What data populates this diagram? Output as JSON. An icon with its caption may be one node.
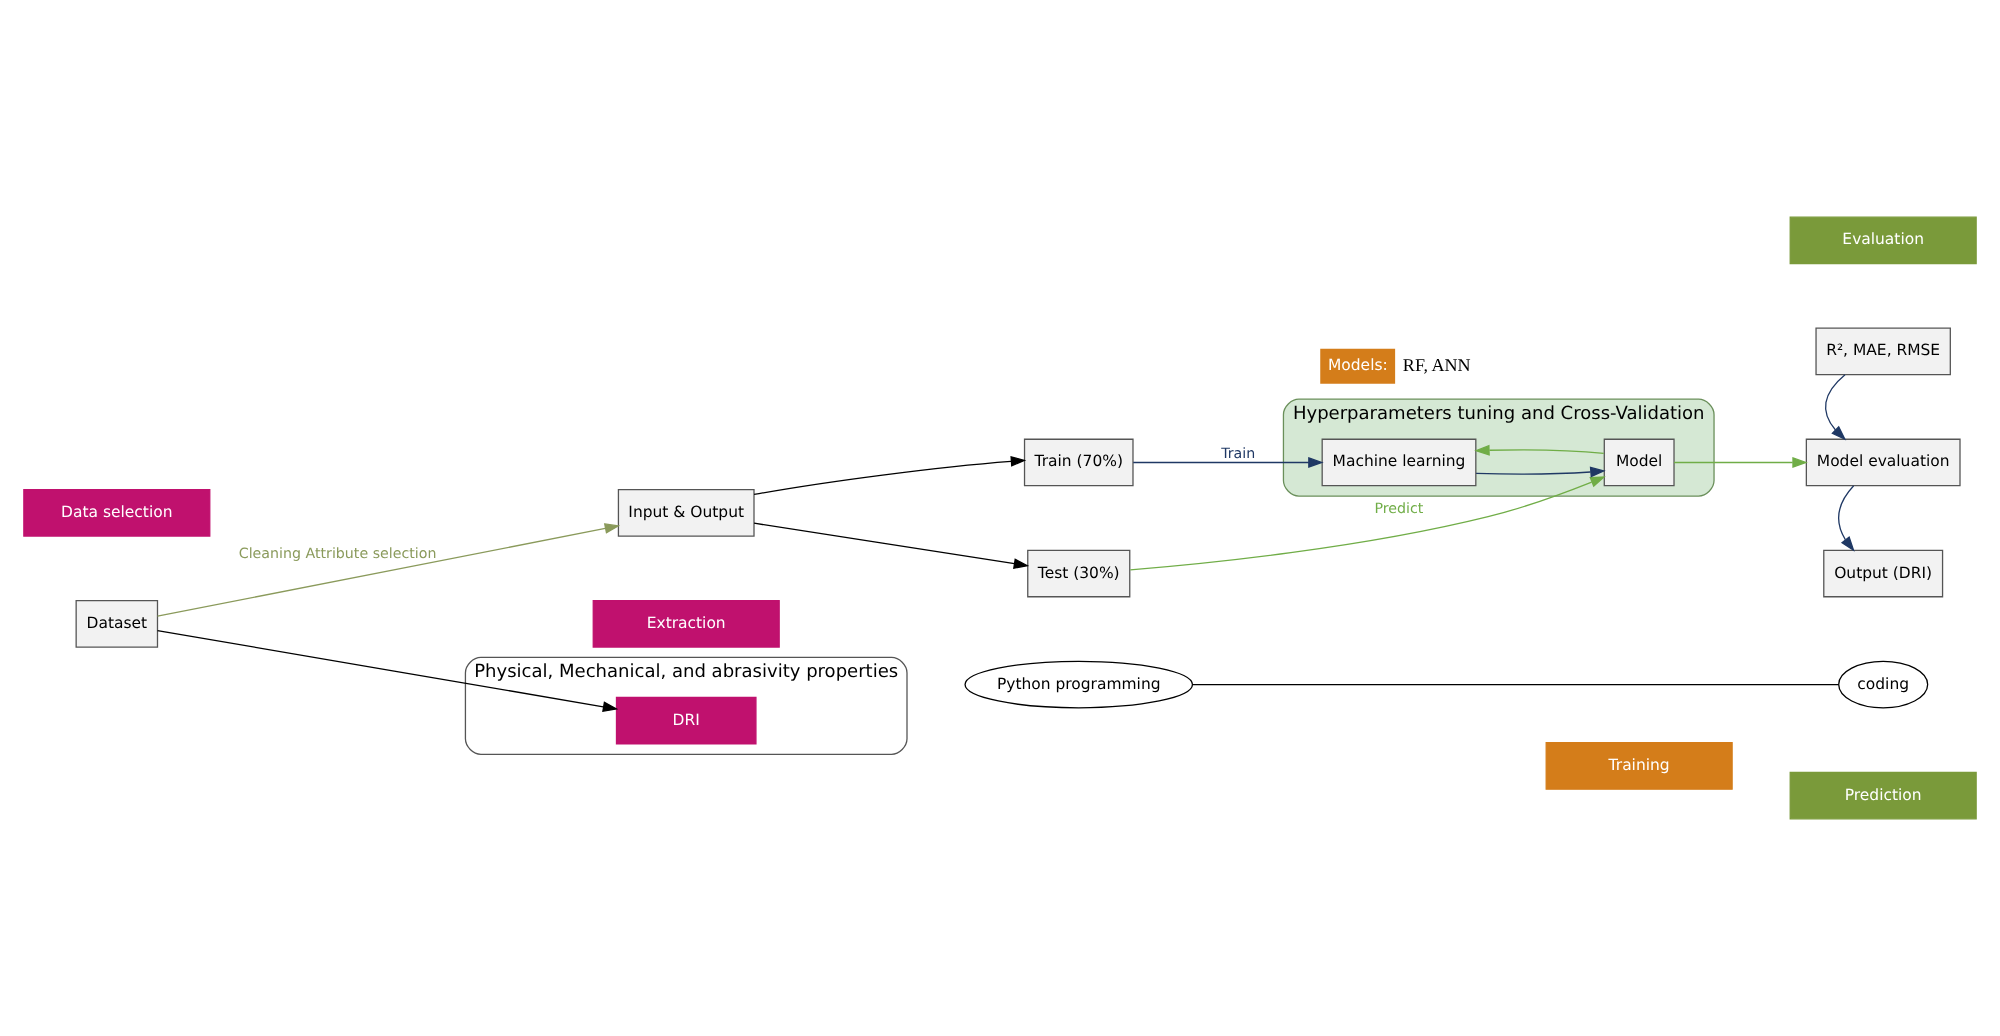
{
  "diagram": {
    "nodes": [
      {
        "text": [
          "Data selection"
        ]
      },
      {
        "text": [
          "Models:"
        ],
        "beside": [
          "RF, ANN"
        ]
      },
      {
        "text": [
          "Evaluation"
        ]
      },
      {
        "text": [
          "Dataset"
        ]
      },
      {
        "text": [
          "Physical, Mechanical, and abrasivity properties"
        ]
      },
      {
        "text": [
          "DRI"
        ],
        "in": 4
      },
      {
        "text": [
          "Input & Output"
        ]
      },
      {
        "text": [
          "Train (70%)"
        ]
      },
      {
        "text": [
          "Test (30%)"
        ]
      },
      {
        "text": [
          "Hyperparameters tuning and Cross-Validation"
        ]
      },
      {
        "text": [
          "Machine learning"
        ],
        "in": 9
      },
      {
        "text": [
          "Model"
        ],
        "in": 9
      },
      {
        "text": [
          "R², MAE, RMSE"
        ]
      },
      {
        "text": [
          "Model evaluation"
        ]
      },
      {
        "text": [
          "Output (DRI)"
        ]
      },
      {
        "text": [
          "Python programming"
        ]
      },
      {
        "text": [
          "coding"
        ]
      },
      {
        "text": [
          "Extraction"
        ]
      },
      {
        "text": [
          "Training"
        ]
      },
      {
        "text": [
          "Prediction"
        ]
      }
    ],
    "edges": [
      {
        "from": 3,
        "to": 5,
        "arrow": "to"
      },
      {
        "from": 3,
        "to": 6,
        "arrow": "to",
        "label": "Cleaning Attribute selection",
        "color": "#8a9a5b"
      },
      {
        "from": 6,
        "to": 7,
        "arrow": "to"
      },
      {
        "from": 6,
        "to": 8,
        "arrow": "to"
      },
      {
        "from": 7,
        "to": 10,
        "arrow": "to",
        "label": "Train",
        "color": "#1f3864"
      },
      {
        "from": 10,
        "to": 11,
        "arrow": "to",
        "color": "#1f3864"
      },
      {
        "from": 11,
        "to": 10,
        "arrow": "to",
        "color": "#70ad47"
      },
      {
        "from": 8,
        "to": 11,
        "arrow": "to",
        "label": "Predict",
        "color": "#70ad47"
      },
      {
        "from": 11,
        "to": 13,
        "arrow": "to",
        "color": "#70ad47"
      },
      {
        "from": 12,
        "to": 13,
        "arrow": "to",
        "color": "#1f3864"
      },
      {
        "from": 13,
        "to": 14,
        "arrow": "to",
        "color": "#1f3864"
      },
      {
        "from": 15,
        "to": 16,
        "arrow": "none"
      }
    ]
  }
}
